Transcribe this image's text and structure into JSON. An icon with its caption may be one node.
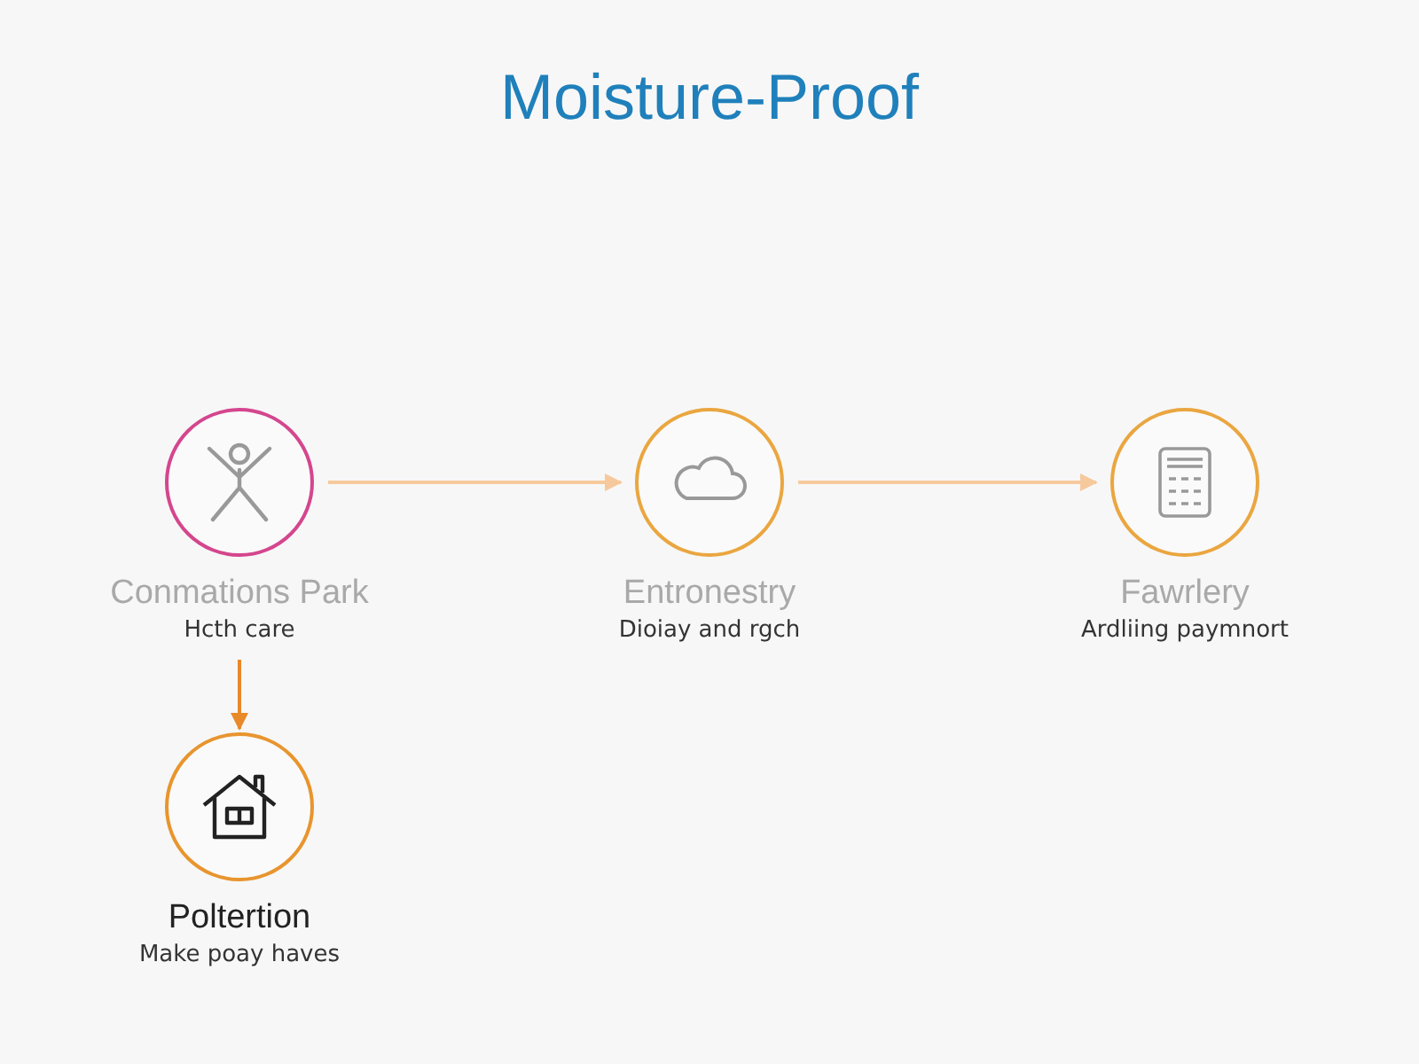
{
  "diagram": {
    "title": "Moisture-Proof",
    "nodes": [
      {
        "text": [
          "Conmations Park",
          "Hcth care"
        ]
      },
      {
        "text": [
          "Entronestry",
          "Dioiay and rgch"
        ]
      },
      {
        "text": [
          "Fawrlery",
          "Ardliing paymnort"
        ]
      },
      {
        "text": [
          "Poltertion",
          "Make poay haves"
        ]
      }
    ],
    "edges": [
      {
        "from": 0,
        "to": 1,
        "arrow": "to"
      },
      {
        "from": 1,
        "to": 2,
        "arrow": "to"
      },
      {
        "from": 0,
        "to": 3,
        "arrow": "to",
        "color": "#e8892a"
      }
    ]
  }
}
